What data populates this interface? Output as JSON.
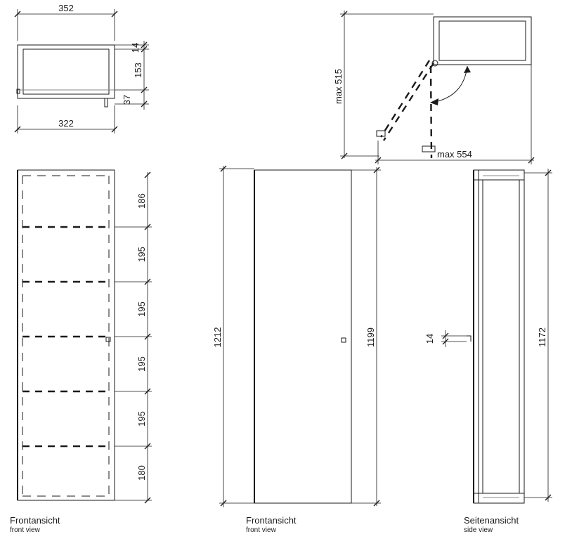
{
  "dimensions": {
    "top_width_outer": "352",
    "top_width_inner": "322",
    "top_door": "14",
    "top_depth": "153",
    "top_handle": "37",
    "shelf_1": "186",
    "shelf_2": "195",
    "shelf_3": "195",
    "shelf_4": "195",
    "shelf_5": "195",
    "shelf_6": "180",
    "front_height_outer": "1212",
    "front_height_door": "1199",
    "side_handle": "14",
    "side_height": "1172",
    "open_depth": "max 515",
    "open_width": "max 554"
  },
  "captions": {
    "front_left_de": "Frontansicht",
    "front_left_en": "front view",
    "front_mid_de": "Frontansicht",
    "front_mid_en": "front view",
    "side_de": "Seitenansicht",
    "side_en": "side view"
  }
}
